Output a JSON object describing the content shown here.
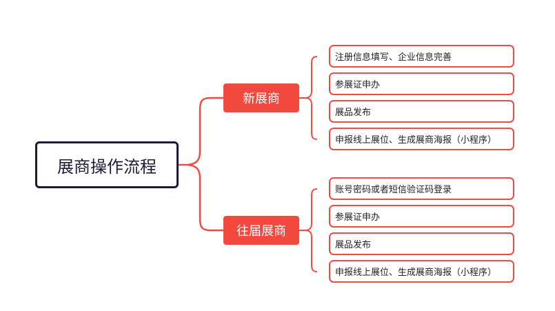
{
  "mindmap": {
    "root": {
      "label": "展商操作流程"
    },
    "branches": [
      {
        "label": "新展商",
        "items": [
          "注册信息填写、企业信息完善",
          "参展证申办",
          "展品发布",
          "申报线上展位、生成展商海报（小程序）"
        ]
      },
      {
        "label": "往届展商",
        "items": [
          "账号密码或者短信验证码登录",
          "参展证申办",
          "展品发布",
          "申报线上展位、生成展商海报（小程序）"
        ]
      }
    ]
  },
  "colors": {
    "root_border": "#1c1a36",
    "branch_fill": "#f2483e",
    "leaf_border": "#ee4b44",
    "connector": "#ee4b44"
  }
}
